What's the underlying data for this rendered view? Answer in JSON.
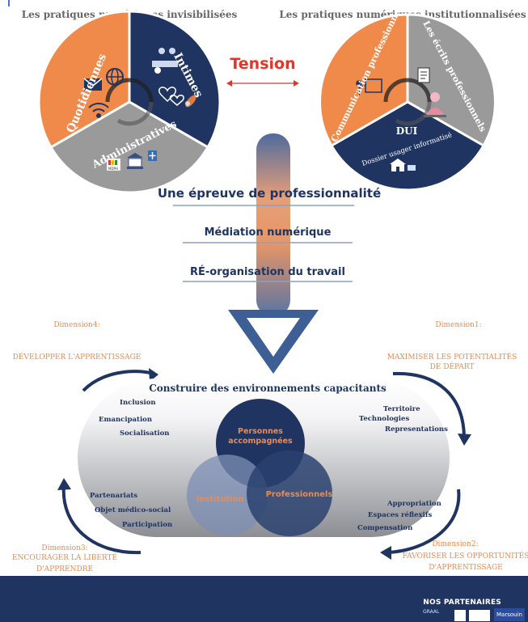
{
  "titles": {
    "left": "Les pratiques numériques invisibilisées",
    "right": "Les pratiques numériques institutionnalisées"
  },
  "left_wheel": {
    "quotidiennes": "Quotidiennes",
    "intimes": "Intimes",
    "administratives": "Administratives",
    "mdph_logo": "MDPH"
  },
  "tension": "Tension",
  "right_wheel": {
    "communication": "Communication professionnelle",
    "ecrits": "Les écrits professionnels",
    "dui": "DUI",
    "dui_sub": "Dossier usager informatisé"
  },
  "steps": [
    "Une épreuve de professionnalité",
    "Médiation numérique",
    "RÉ-organisation du travail"
  ],
  "dimensions": {
    "d4_title": "Dimension4:",
    "d4_text": "DÉVELOPPER  L'APPRENTISSAGE",
    "d1_title": "Dimension1:",
    "d1_line1": "MAXIMISER LES POTENTIALITÉS",
    "d1_line2": "DE DÉPART",
    "d3_title": "Dimension3:",
    "d3_line1": "ENCOURAGER LA LIBERTÉ",
    "d3_line2": "D'APPRENDRE",
    "d2_title": "Dimension2:",
    "d2_line1": "FAVORISER LES OPPORTUNITÉS",
    "d2_line2": "D'APPRENTISSAGE"
  },
  "capsule": {
    "title": "Construire des environnements capacitants",
    "top_left": [
      "Inclusion",
      "Emancipation",
      "Socialisation"
    ],
    "top_right": [
      "Territoire",
      "Technologies",
      "Representations"
    ],
    "bottom_left": [
      "Partenariats",
      "Objet médico-social",
      "Participation"
    ],
    "bottom_right": [
      "Appropriation",
      "Espaces réflexifs",
      "Compensation"
    ]
  },
  "venn": {
    "top_line1": "Personnes",
    "top_line2": "accompagnées",
    "left": "Institution",
    "right": "Professionnels"
  },
  "footer": {
    "title": "NOS PARTENAIRES",
    "logo1": "GRAAL",
    "logo2": "Marsouin"
  },
  "colors": {
    "orange": "#f08a4b",
    "navy": "#1f3460",
    "grey": "#9a9a9a",
    "red": "#e0362c",
    "arrow_blue": "#3e5f95"
  }
}
